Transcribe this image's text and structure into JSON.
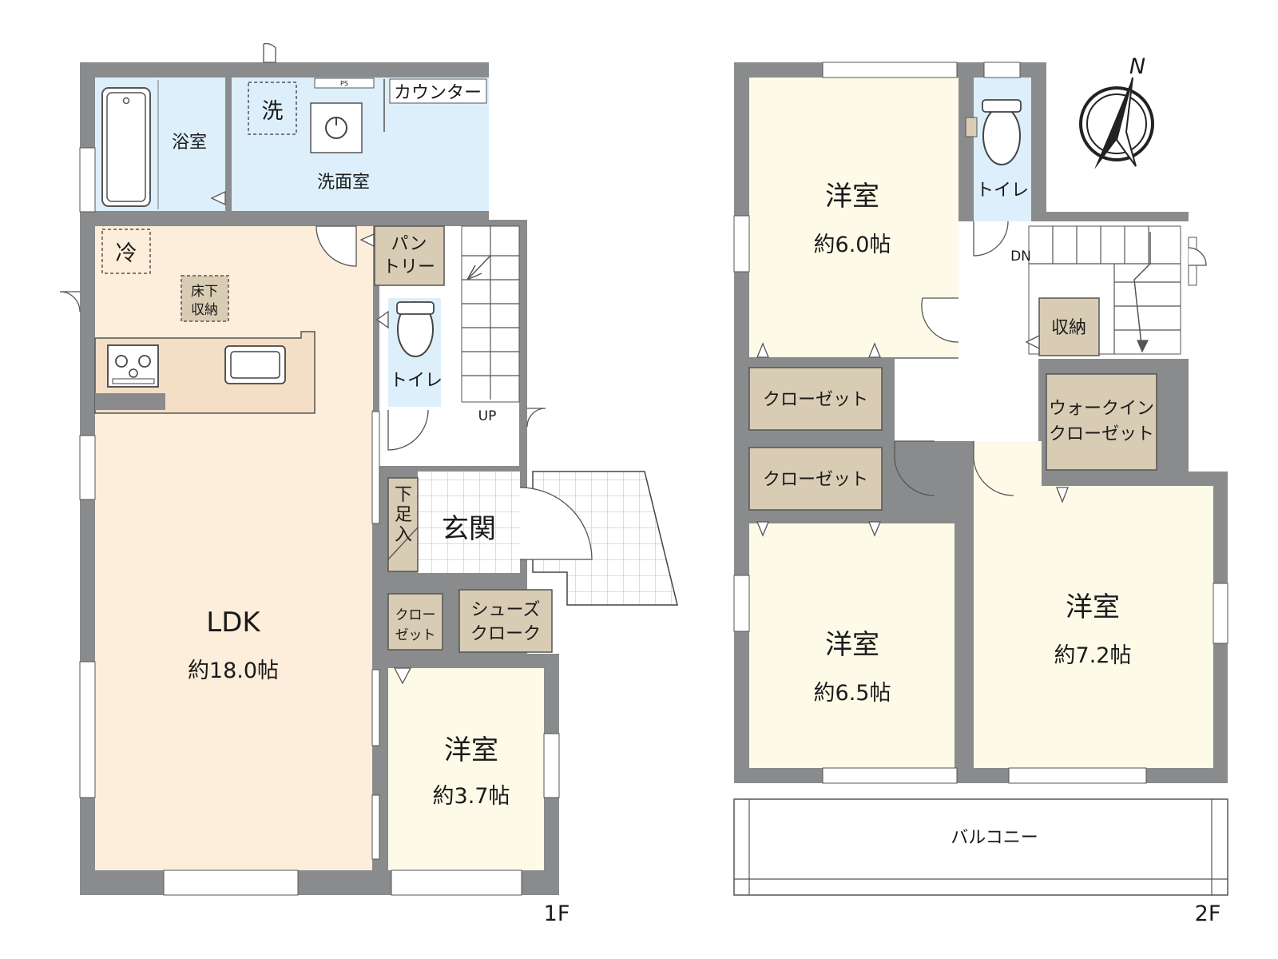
{
  "colors": {
    "wall": "#8a8b8c",
    "wet": "#ddeffa",
    "ldk": "#fdeedb",
    "western": "#fdfbe8",
    "storage": "#d9ccb4",
    "entry_tile": "#ffffff",
    "tile_line": "#c9c9c9"
  },
  "floor1": {
    "level": "1F",
    "bathroom": "浴室",
    "washroom": "洗面室",
    "counter": "カウンター",
    "washer": "洗",
    "fridge": "冷",
    "ps": "PS",
    "pantry_line1": "パン",
    "pantry_line2": "トリー",
    "underfloor_line1": "床下",
    "underfloor_line2": "収納",
    "toilet": "トイレ",
    "up": "UP",
    "entrance": "玄関",
    "shoe_box_chars": [
      "下",
      "足",
      "入"
    ],
    "closet_line1": "クロー",
    "closet_line2": "ゼット",
    "shoes_cloak_line1": "シューズ",
    "shoes_cloak_line2": "クローク",
    "ldk_name": "LDK",
    "ldk_size": "約18.0帖",
    "room_name": "洋室",
    "room_size": "約3.7帖"
  },
  "floor2": {
    "level": "2F",
    "room1_name": "洋室",
    "room1_size": "約6.0帖",
    "toilet": "トイレ",
    "dn": "DN",
    "storage": "収納",
    "closet1": "クローゼット",
    "closet2": "クローゼット",
    "wic_line1": "ウォークイン",
    "wic_line2": "クローゼット",
    "room2_name": "洋室",
    "room2_size": "約6.5帖",
    "room3_name": "洋室",
    "room3_size": "約7.2帖",
    "balcony": "バルコニー"
  },
  "compass": {
    "north": "N",
    "icon": "compass-north-icon"
  }
}
